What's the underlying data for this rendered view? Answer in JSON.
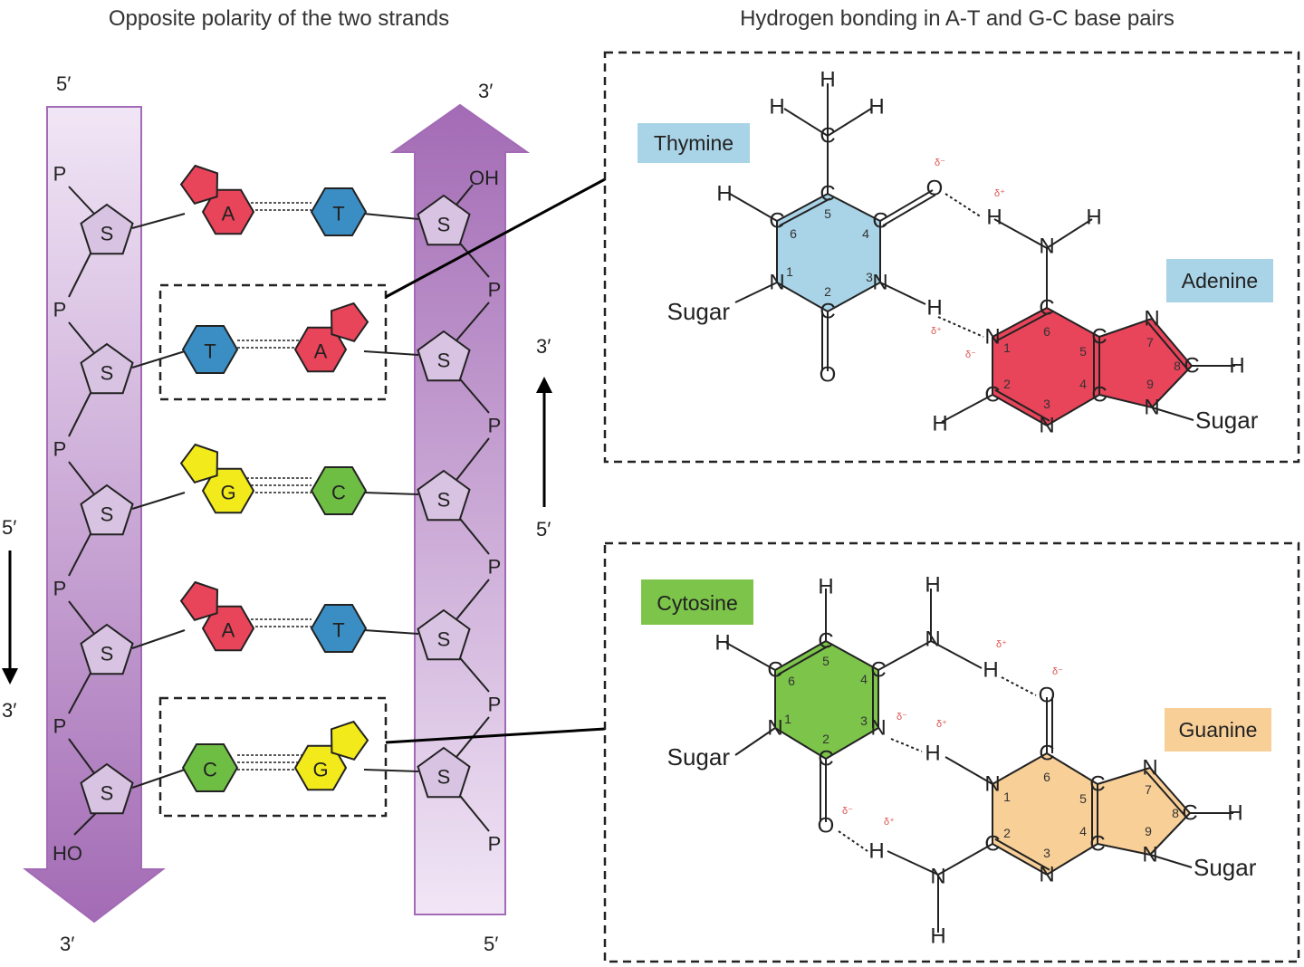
{
  "titles": {
    "left": "Opposite polarity of the two strands",
    "right": "Hydrogen bonding in A-T and G-C base pairs"
  },
  "ends": {
    "left_top": "5′",
    "left_bottom": "3′",
    "right_top": "3′",
    "right_bottom": "5′",
    "mid_top": "3′",
    "mid_bottom": "5′",
    "far_top": "5′",
    "far_bottom": "3′"
  },
  "strand_labels": {
    "phosphate": "P",
    "sugar": "S",
    "hydroxyl_right": "OH",
    "hydroxyl_left": "HO"
  },
  "base_pairs": [
    {
      "left": "A",
      "right": "T"
    },
    {
      "left": "T",
      "right": "A"
    },
    {
      "left": "G",
      "right": "C"
    },
    {
      "left": "A",
      "right": "T"
    },
    {
      "left": "C",
      "right": "G"
    }
  ],
  "base_colors": {
    "A": "#e8445a",
    "T": "#3a8ec4",
    "G": "#f2ea1a",
    "C": "#6fbe44"
  },
  "panel_colors": {
    "thymine": "#a9d3e6",
    "adenine": "#e8445a",
    "cytosine": "#7cc44a",
    "guanine": "#f8cf97",
    "strand": "#a36bb5"
  },
  "molecules": {
    "thymine": "Thymine",
    "adenine": "Adenine",
    "cytosine": "Cytosine",
    "guanine": "Guanine",
    "sugar": "Sugar"
  },
  "atoms": {
    "H": "H",
    "C": "C",
    "N": "N",
    "O": "O"
  },
  "partial_charges": {
    "neg": "δ⁻",
    "pos": "δ⁺"
  },
  "ring_numbers": [
    "1",
    "2",
    "3",
    "4",
    "5",
    "6",
    "7",
    "8",
    "9"
  ]
}
